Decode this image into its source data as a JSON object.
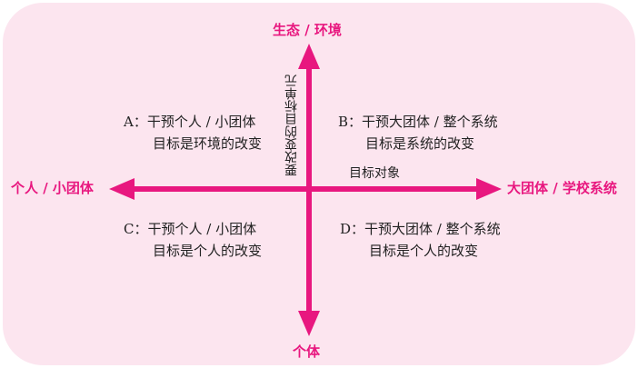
{
  "axes": {
    "top": "生态 / 环境",
    "bottom": "个体",
    "left": "个人 / 小团体",
    "right": "大团体 / 学校系统",
    "vertical_axis_label": "要改变的目标单元",
    "horizontal_axis_label": "目标对象"
  },
  "quadrants": {
    "a": {
      "line1": "A：干预个人 / 小团体",
      "line2": "目标是环境的改变"
    },
    "b": {
      "line1": "B：干预大团体 / 整个系统",
      "line2": "目标是系统的改变"
    },
    "c": {
      "line1": "C：干预个人 / 小团体",
      "line2": "目标是个人的改变"
    },
    "d": {
      "line1": "D：干预大团体 / 整个系统",
      "line2": "目标是个人的改变"
    }
  },
  "colors": {
    "background": "#fce5ef",
    "arrow": "#e8177f",
    "text": "#222222"
  }
}
